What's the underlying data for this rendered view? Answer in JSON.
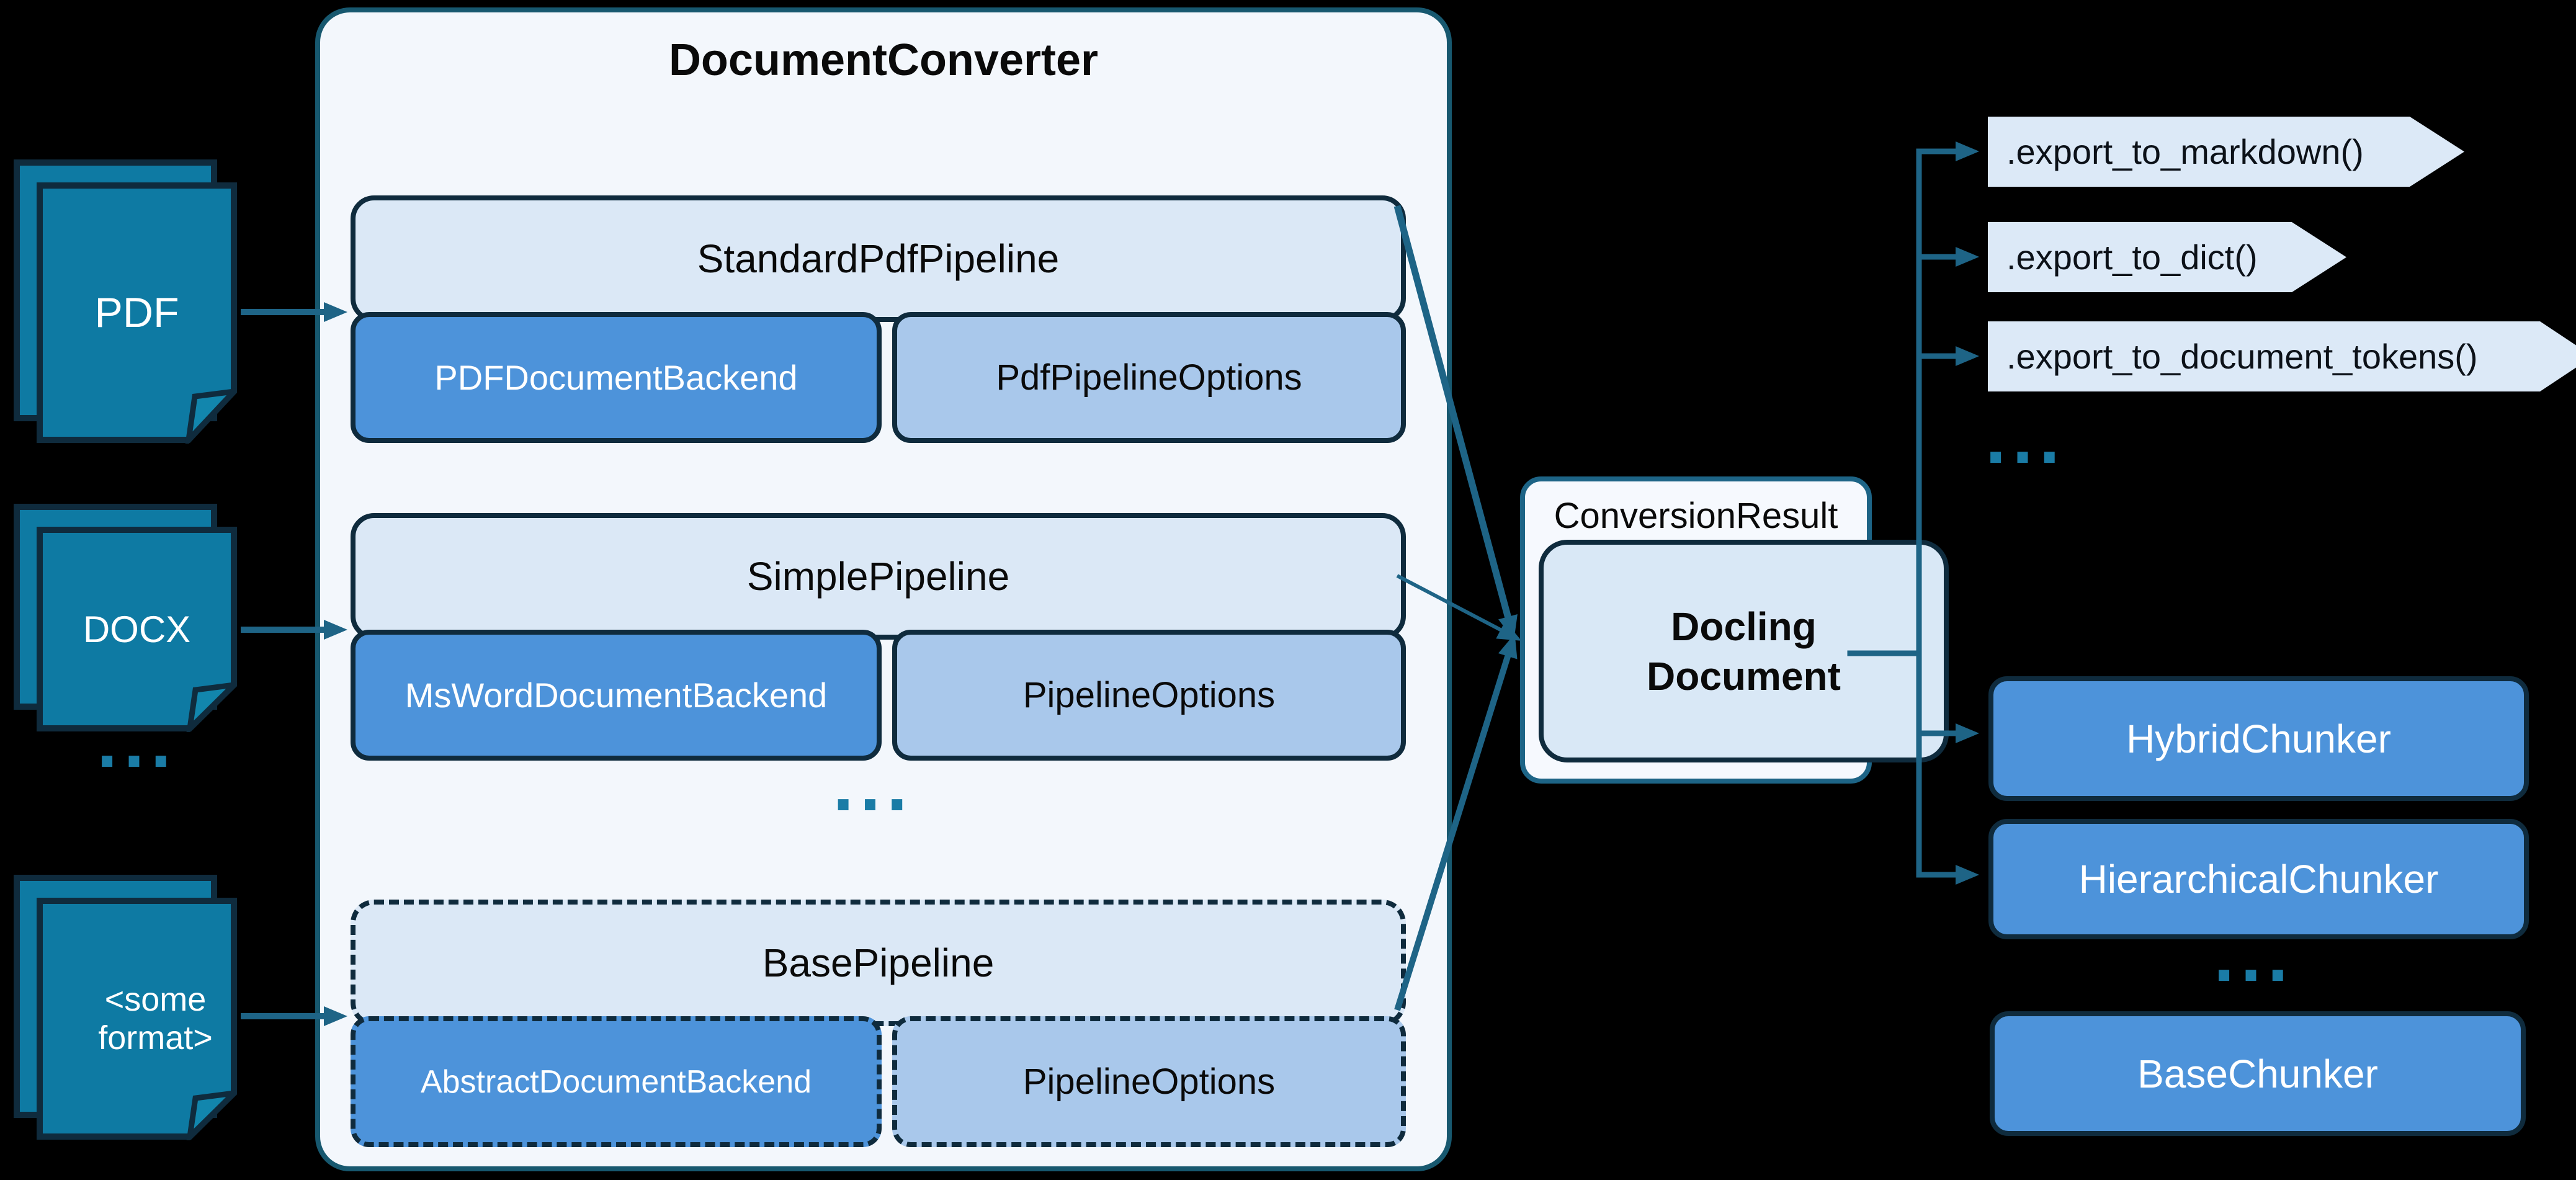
{
  "inputs": {
    "items": [
      {
        "label": "PDF"
      },
      {
        "label": "DOCX"
      },
      {
        "label": "<some format>"
      }
    ],
    "ellipsis": "..."
  },
  "converter": {
    "title": "DocumentConverter",
    "groups": [
      {
        "pipeline": "StandardPdfPipeline",
        "backend": "PDFDocumentBackend",
        "options": "PdfPipelineOptions",
        "dashed": false
      },
      {
        "pipeline": "SimplePipeline",
        "backend": "MsWordDocumentBackend",
        "options": "PipelineOptions",
        "dashed": false
      },
      {
        "pipeline": "BasePipeline",
        "backend": "AbstractDocumentBackend",
        "options": "PipelineOptions",
        "dashed": true
      }
    ],
    "ellipsis": "..."
  },
  "result": {
    "label": "ConversionResult",
    "document": "Docling Document"
  },
  "exports": {
    "items": [
      {
        "label": ".export_to_markdown()"
      },
      {
        "label": ".export_to_dict()"
      },
      {
        "label": ".export_to_document_tokens()"
      }
    ],
    "ellipsis": "..."
  },
  "chunkers": {
    "items": [
      {
        "label": "HybridChunker",
        "dashed": false
      },
      {
        "label": "HierarchicalChunker",
        "dashed": false
      }
    ],
    "ellipsis": "...",
    "base": {
      "label": "BaseChunker"
    }
  },
  "colors": {
    "background": "#000000",
    "arrow_teal": "#1e6486",
    "converter_border": "#17586f",
    "dark_navy_border": "#0f2b3d",
    "light_blue_fill": "#dbe8f6",
    "mid_blue_fill": "#4d93da",
    "pale_blue_fill": "#a9c8eb",
    "document_icon_fill": "#0e7aa3",
    "ellipsis_teal": "#1a7ca6",
    "converter_background": "#f3f7fc"
  }
}
